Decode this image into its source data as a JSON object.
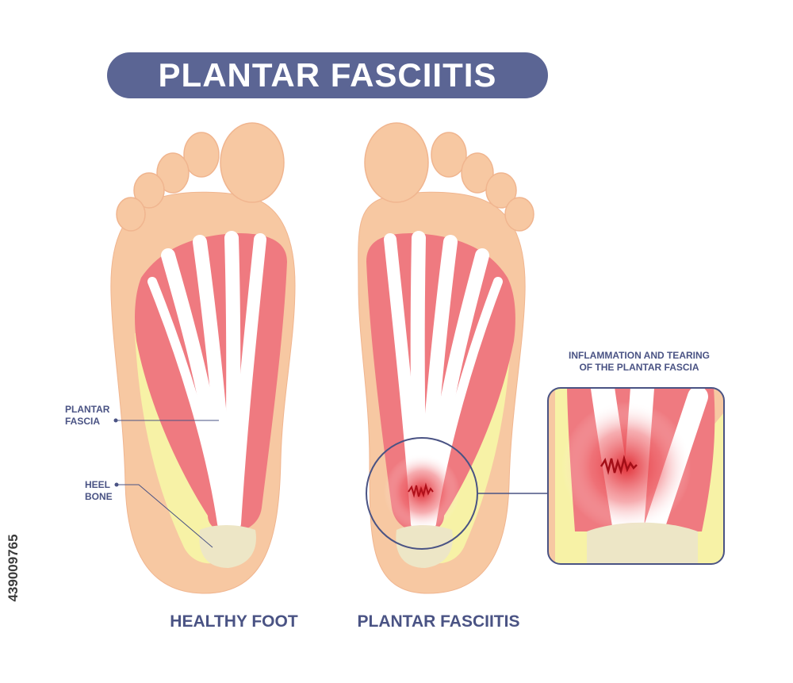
{
  "title": "PLANTAR FASCIITIS",
  "labels": {
    "plantar_fascia_line1": "PLANTAR",
    "plantar_fascia_line2": "FASCIA",
    "heel_bone_line1": "HEEL",
    "heel_bone_line2": "BONE",
    "inflammation_line1": "INFLAMMATION AND TEARING",
    "inflammation_line2": "OF THE PLANTAR FASCIA"
  },
  "captions": {
    "healthy": "HEALTHY FOOT",
    "fasciitis": "PLANTAR FASCIITIS"
  },
  "stock_id": "439009765",
  "colors": {
    "title_bg": "#5b6594",
    "label_text": "#4a5384",
    "skin": "#f7c8a2",
    "muscle": "#ef7a80",
    "fascia": "#ffffff",
    "heel_bone": "#ede6c6",
    "fat_pad": "#f7f2a6",
    "inflammation": "#d2161e"
  },
  "icons": [
    "magnifier-circle",
    "zoom-callout-box",
    "leader-line"
  ]
}
